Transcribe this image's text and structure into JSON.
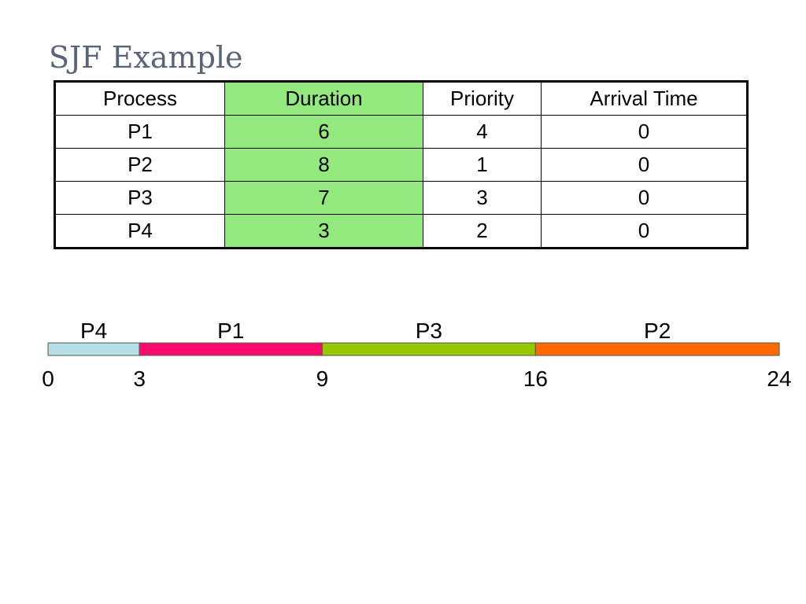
{
  "slide": {
    "title": "SJF Example"
  },
  "table": {
    "headers": [
      "Process",
      "Duration",
      "Priority",
      "Arrival Time"
    ],
    "rows": [
      [
        "P1",
        "6",
        "4",
        "0"
      ],
      [
        "P2",
        "8",
        "1",
        "0"
      ],
      [
        "P3",
        "7",
        "3",
        "0"
      ],
      [
        "P4",
        "3",
        "2",
        "0"
      ]
    ],
    "highlight_color": "#92ea7e"
  },
  "gantt": {
    "start": 0,
    "end": 24,
    "segments": [
      {
        "label": "P4",
        "start": 0,
        "end": 3,
        "color": "#b4dde4"
      },
      {
        "label": "P1",
        "start": 3,
        "end": 9,
        "color": "#ff0a6e"
      },
      {
        "label": "P3",
        "start": 9,
        "end": 16,
        "color": "#96c800"
      },
      {
        "label": "P2",
        "start": 16,
        "end": 24,
        "color": "#ff6a00"
      }
    ],
    "ticks": [
      "0",
      "3",
      "9",
      "16",
      "24"
    ]
  }
}
